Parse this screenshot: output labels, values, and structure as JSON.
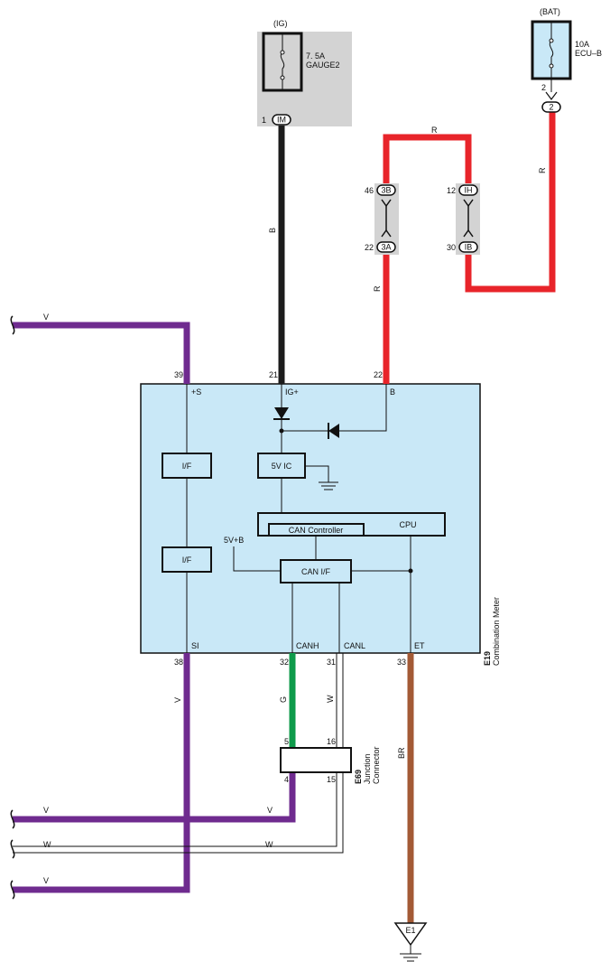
{
  "fuses": {
    "ig": {
      "source": "(IG)",
      "rating": "7. 5A",
      "name": "GAUGE2"
    },
    "bat": {
      "source": "(BAT)",
      "rating": "10A",
      "name": "ECU–B"
    }
  },
  "connectors": {
    "im": {
      "label": "IM",
      "pin": "1"
    },
    "bat2": {
      "label": "2",
      "pin": "2"
    },
    "c3b": {
      "label": "3B",
      "pin": "46"
    },
    "c3a": {
      "label": "3A",
      "pin": "22"
    },
    "c1h": {
      "label": "IH",
      "pin": "12"
    },
    "c1b": {
      "label": "IB",
      "pin": "30"
    }
  },
  "wire_colors": {
    "b": "B",
    "r_top": "R",
    "r_right": "R",
    "r_left": "R",
    "v_in": "V",
    "v_si": "V",
    "g": "G",
    "w": "W",
    "br": "BR",
    "v_left": "V",
    "v_mid": "V",
    "w_left": "W",
    "w_mid": "W",
    "v_bottom": "V"
  },
  "meter": {
    "code": "E19",
    "name": "Combination Meter",
    "pins": {
      "p39": "39",
      "p21": "21",
      "p22": "22",
      "p38": "38",
      "p32": "32",
      "p31": "31",
      "p33": "33"
    },
    "terminals": {
      "plus_s": "+S",
      "ig_plus": "IG+",
      "b": "B",
      "si": "SI",
      "canh": "CANH",
      "canl": "CANL",
      "et": "ET"
    },
    "blocks": {
      "if1": "I/F",
      "if2": "I/F",
      "ic5v": "5V IC",
      "cpu": "CPU",
      "can_controller": "CAN Controller",
      "can_if": "CAN I/F",
      "five_vb": "5V+B"
    }
  },
  "junction": {
    "code": "E69",
    "name_line1": "Junction",
    "name_line2": "Connector",
    "pins": {
      "p5": "5",
      "p16": "16",
      "p4": "4",
      "p15": "15"
    }
  },
  "ground": {
    "label": "E1"
  },
  "colors": {
    "meter_fill": "#c9e8f7",
    "gray_box": "#d3d3d3",
    "red": "#e8242a",
    "purple": "#6f2b8f",
    "green": "#0f9b4b",
    "brown": "#a35a35",
    "black": "#1c1c1c"
  }
}
